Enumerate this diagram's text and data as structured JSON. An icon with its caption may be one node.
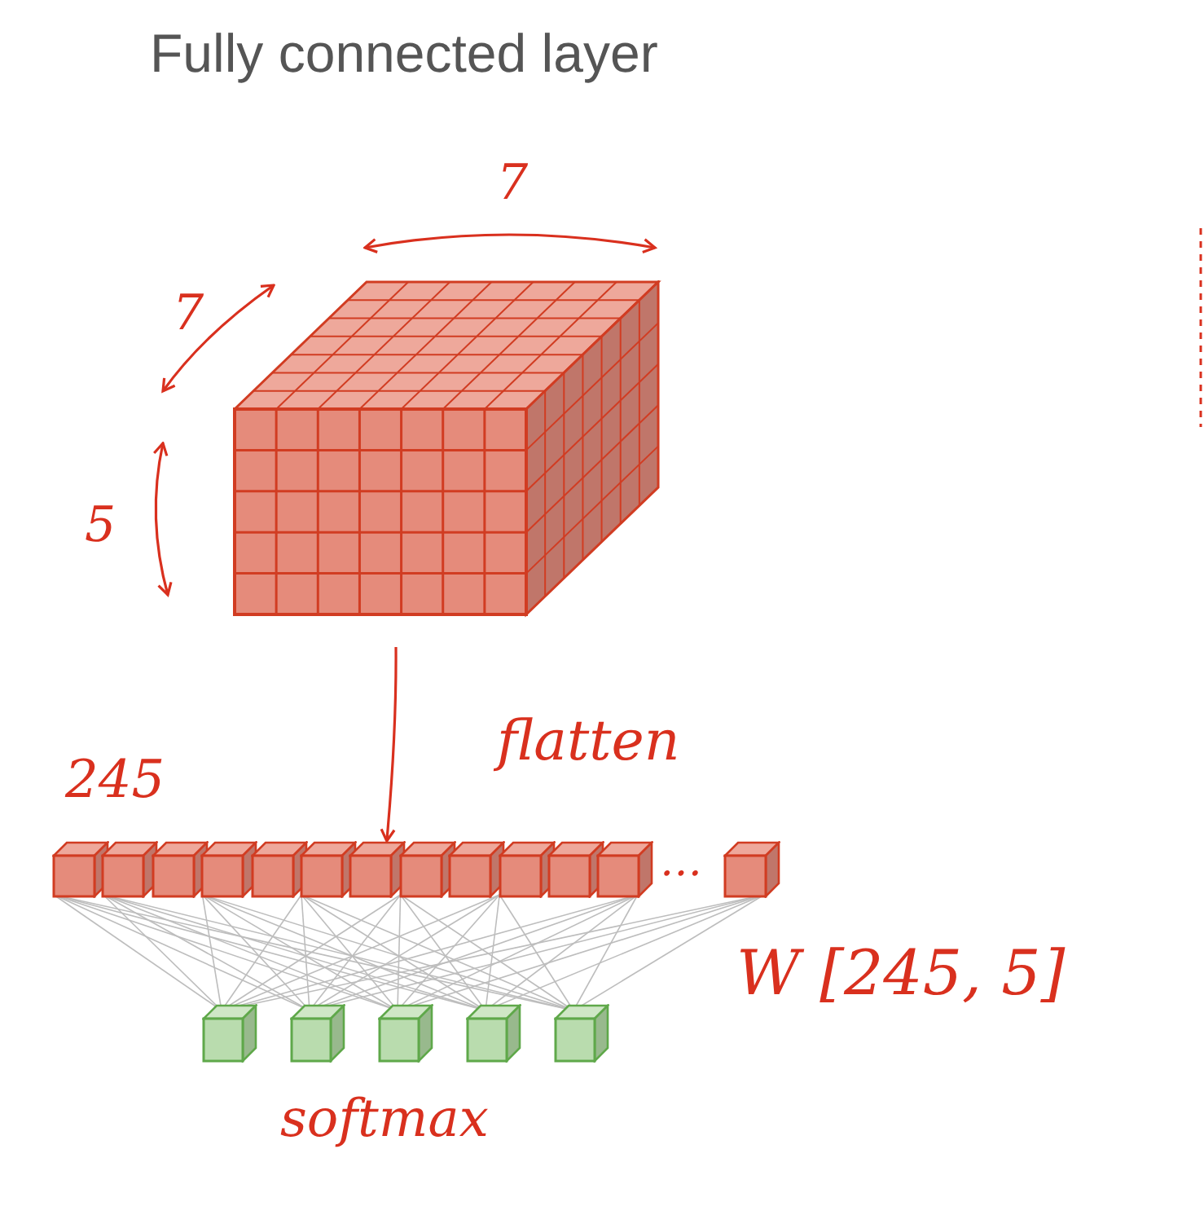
{
  "diagram": {
    "title": "Fully connected layer",
    "nodes": [
      {
        "text": [],
        "shape": "cube"
      },
      {
        "text": [],
        "shape": "cube"
      },
      {
        "text": [],
        "shape": "cube"
      },
      {
        "text": [],
        "shape": "cube"
      },
      {
        "text": [],
        "shape": "cube"
      },
      {
        "text": [],
        "shape": "cube"
      },
      {
        "text": [],
        "shape": "cube"
      },
      {
        "text": [],
        "shape": "cube"
      },
      {
        "text": [],
        "shape": "cube"
      },
      {
        "text": [],
        "shape": "cube"
      },
      {
        "text": [],
        "shape": "cube"
      },
      {
        "text": [],
        "shape": "cube"
      },
      {
        "text": [],
        "shape": "cube"
      },
      {
        "text": [],
        "shape": "cube"
      },
      {
        "text": [],
        "shape": "cube"
      },
      {
        "text": [],
        "shape": "cube"
      },
      {
        "text": [],
        "shape": "cube"
      },
      {
        "text": [],
        "shape": "cube"
      },
      {
        "text": [],
        "shape": "cube"
      }
    ],
    "edges": [
      {
        "from": 0,
        "to": 7,
        "arrow": "to",
        "label": "flatten",
        "color": "#d9301e"
      },
      {
        "from": 1,
        "to": 14,
        "arrow": "none"
      },
      {
        "from": 1,
        "to": 15,
        "arrow": "none"
      },
      {
        "from": 1,
        "to": 16,
        "arrow": "none"
      },
      {
        "from": 1,
        "to": 17,
        "arrow": "none"
      },
      {
        "from": 1,
        "to": 18,
        "arrow": "none"
      },
      {
        "from": 2,
        "to": 14,
        "arrow": "none"
      },
      {
        "from": 2,
        "to": 15,
        "arrow": "none"
      },
      {
        "from": 2,
        "to": 16,
        "arrow": "none"
      },
      {
        "from": 2,
        "to": 17,
        "arrow": "none"
      },
      {
        "from": 2,
        "to": 18,
        "arrow": "none"
      },
      {
        "from": 4,
        "to": 14,
        "arrow": "none"
      },
      {
        "from": 4,
        "to": 15,
        "arrow": "none"
      },
      {
        "from": 4,
        "to": 16,
        "arrow": "none"
      },
      {
        "from": 4,
        "to": 17,
        "arrow": "none"
      },
      {
        "from": 4,
        "to": 18,
        "arrow": "none"
      },
      {
        "from": 6,
        "to": 14,
        "arrow": "none"
      },
      {
        "from": 6,
        "to": 15,
        "arrow": "none"
      },
      {
        "from": 6,
        "to": 16,
        "arrow": "none"
      },
      {
        "from": 6,
        "to": 17,
        "arrow": "none"
      },
      {
        "from": 6,
        "to": 18,
        "arrow": "none"
      },
      {
        "from": 8,
        "to": 14,
        "arrow": "none"
      },
      {
        "from": 8,
        "to": 15,
        "arrow": "none"
      },
      {
        "from": 8,
        "to": 16,
        "arrow": "none"
      },
      {
        "from": 8,
        "to": 17,
        "arrow": "none"
      },
      {
        "from": 8,
        "to": 18,
        "arrow": "none"
      },
      {
        "from": 10,
        "to": 14,
        "arrow": "none"
      },
      {
        "from": 10,
        "to": 15,
        "arrow": "none"
      },
      {
        "from": 10,
        "to": 16,
        "arrow": "none"
      },
      {
        "from": 10,
        "to": 17,
        "arrow": "none"
      },
      {
        "from": 10,
        "to": 18,
        "arrow": "none"
      },
      {
        "from": 12,
        "to": 14,
        "arrow": "none"
      },
      {
        "from": 12,
        "to": 15,
        "arrow": "none"
      },
      {
        "from": 12,
        "to": 16,
        "arrow": "none"
      },
      {
        "from": 12,
        "to": 17,
        "arrow": "none"
      },
      {
        "from": 12,
        "to": 18,
        "arrow": "none"
      },
      {
        "from": 13,
        "to": 14,
        "arrow": "none"
      },
      {
        "from": 13,
        "to": 15,
        "arrow": "none"
      },
      {
        "from": 13,
        "to": 16,
        "arrow": "none"
      },
      {
        "from": 13,
        "to": 17,
        "arrow": "none"
      },
      {
        "from": 13,
        "to": 18,
        "arrow": "none"
      }
    ],
    "labels": [
      "7",
      "7",
      "5",
      "245",
      "…",
      "W [245, 5]",
      "softmax"
    ]
  }
}
